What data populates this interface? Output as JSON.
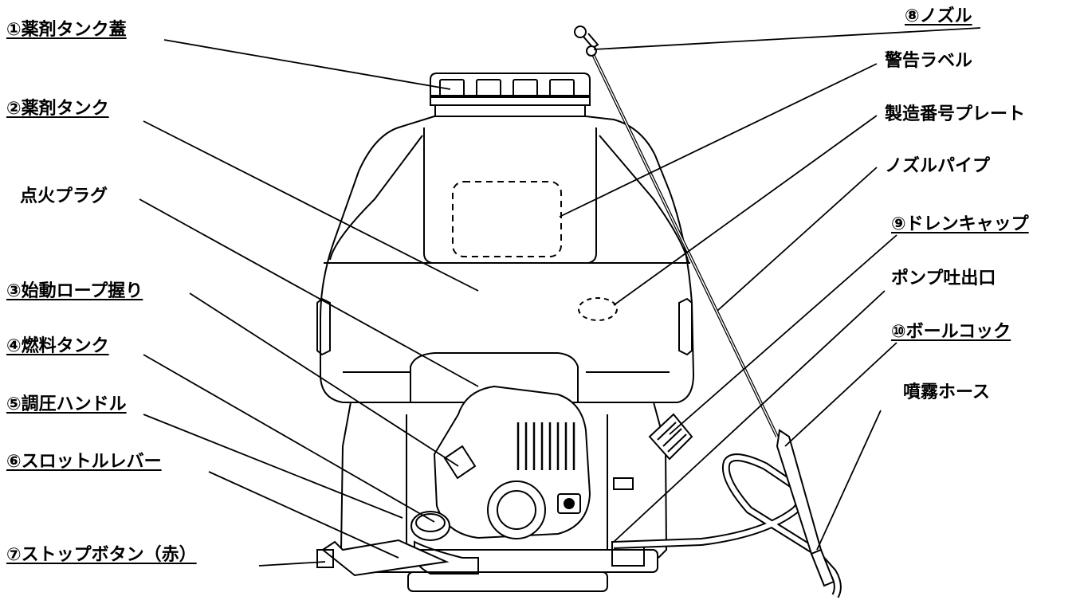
{
  "labels": {
    "l1": "①薬剤タンク蓋",
    "l2": "②薬剤タンク",
    "plug": "点火プラグ",
    "l3": "③始動ロープ握り",
    "l4": "④燃料タンク",
    "l5": "⑤調圧ハンドル",
    "l6": "⑥スロットルレバー",
    "l7": "⑦ストップボタン（赤）",
    "l8": "⑧ノズル",
    "warning": "警告ラベル",
    "serial": "製造番号プレート",
    "pipe": "ノズルパイプ",
    "l9": "⑨ドレンキャップ",
    "outlet": "ポンプ吐出口",
    "l10": "⑩ボールコック",
    "hose": "噴霧ホース"
  },
  "colors": {
    "line": "#000000",
    "background": "#ffffff"
  }
}
